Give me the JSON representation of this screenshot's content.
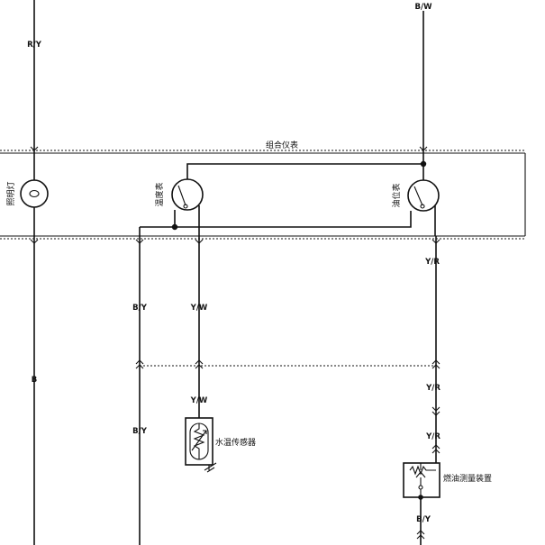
{
  "wires": {
    "left_top": "R/Y",
    "left_bottom": "B",
    "temp_ground": "B/Y",
    "temp_ground_lower": "B/Y",
    "temp_signal": "Y/W",
    "temp_signal_lower": "Y/W",
    "right_top": "B/W",
    "fuel_signal": "Y/R",
    "fuel_signal_mid": "Y/R",
    "fuel_signal_lower": "Y/R",
    "fuel_ground": "B/Y"
  },
  "components": {
    "cluster": "组合仪表",
    "illumination_lamp": "照明灯",
    "temp_gauge": "温度表",
    "fuel_gauge": "油位表",
    "water_temp_sensor": "水温传感器",
    "fuel_sender": "燃油测量装置"
  }
}
